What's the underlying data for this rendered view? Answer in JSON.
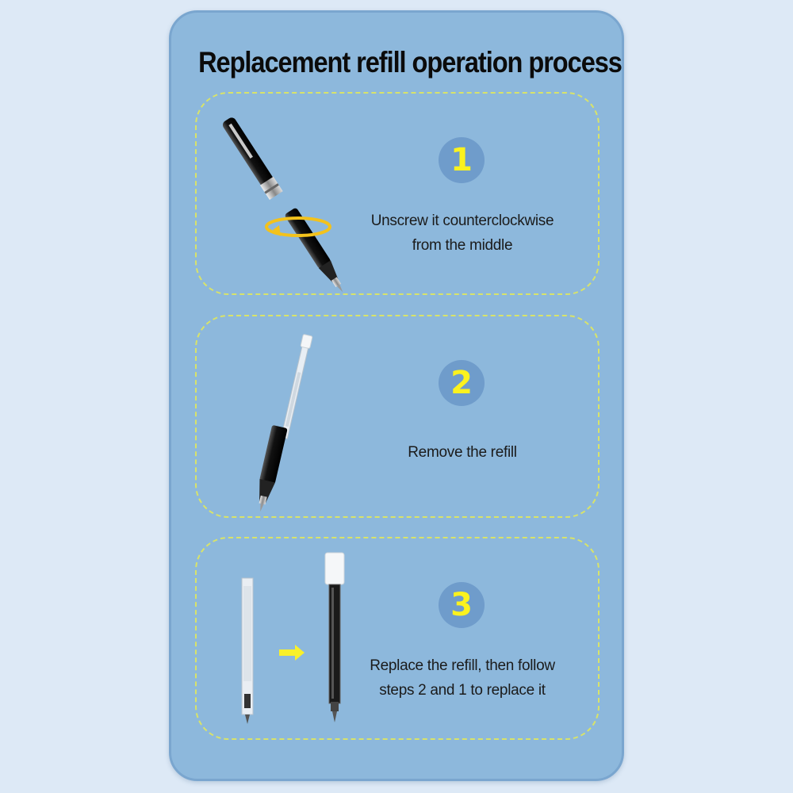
{
  "header": {
    "title": "Replacement refill operation process"
  },
  "steps": [
    {
      "number": "1",
      "lines": [
        "Unscrew it counterclockwise",
        "from the middle"
      ],
      "icon": "unscrew-pen-icon"
    },
    {
      "number": "2",
      "lines": [
        "Remove the refill"
      ],
      "icon": "remove-refill-icon"
    },
    {
      "number": "3",
      "lines": [
        "Replace the refill, then follow",
        "steps 2 and 1 to replace it"
      ],
      "icon": "replace-refill-icon"
    }
  ],
  "colors": {
    "background": "#dde9f6",
    "card": "#8db8dc",
    "dashed_border": "#d8e36a",
    "number_circle": "#6f9ccb",
    "number_text": "#fbf21e"
  }
}
